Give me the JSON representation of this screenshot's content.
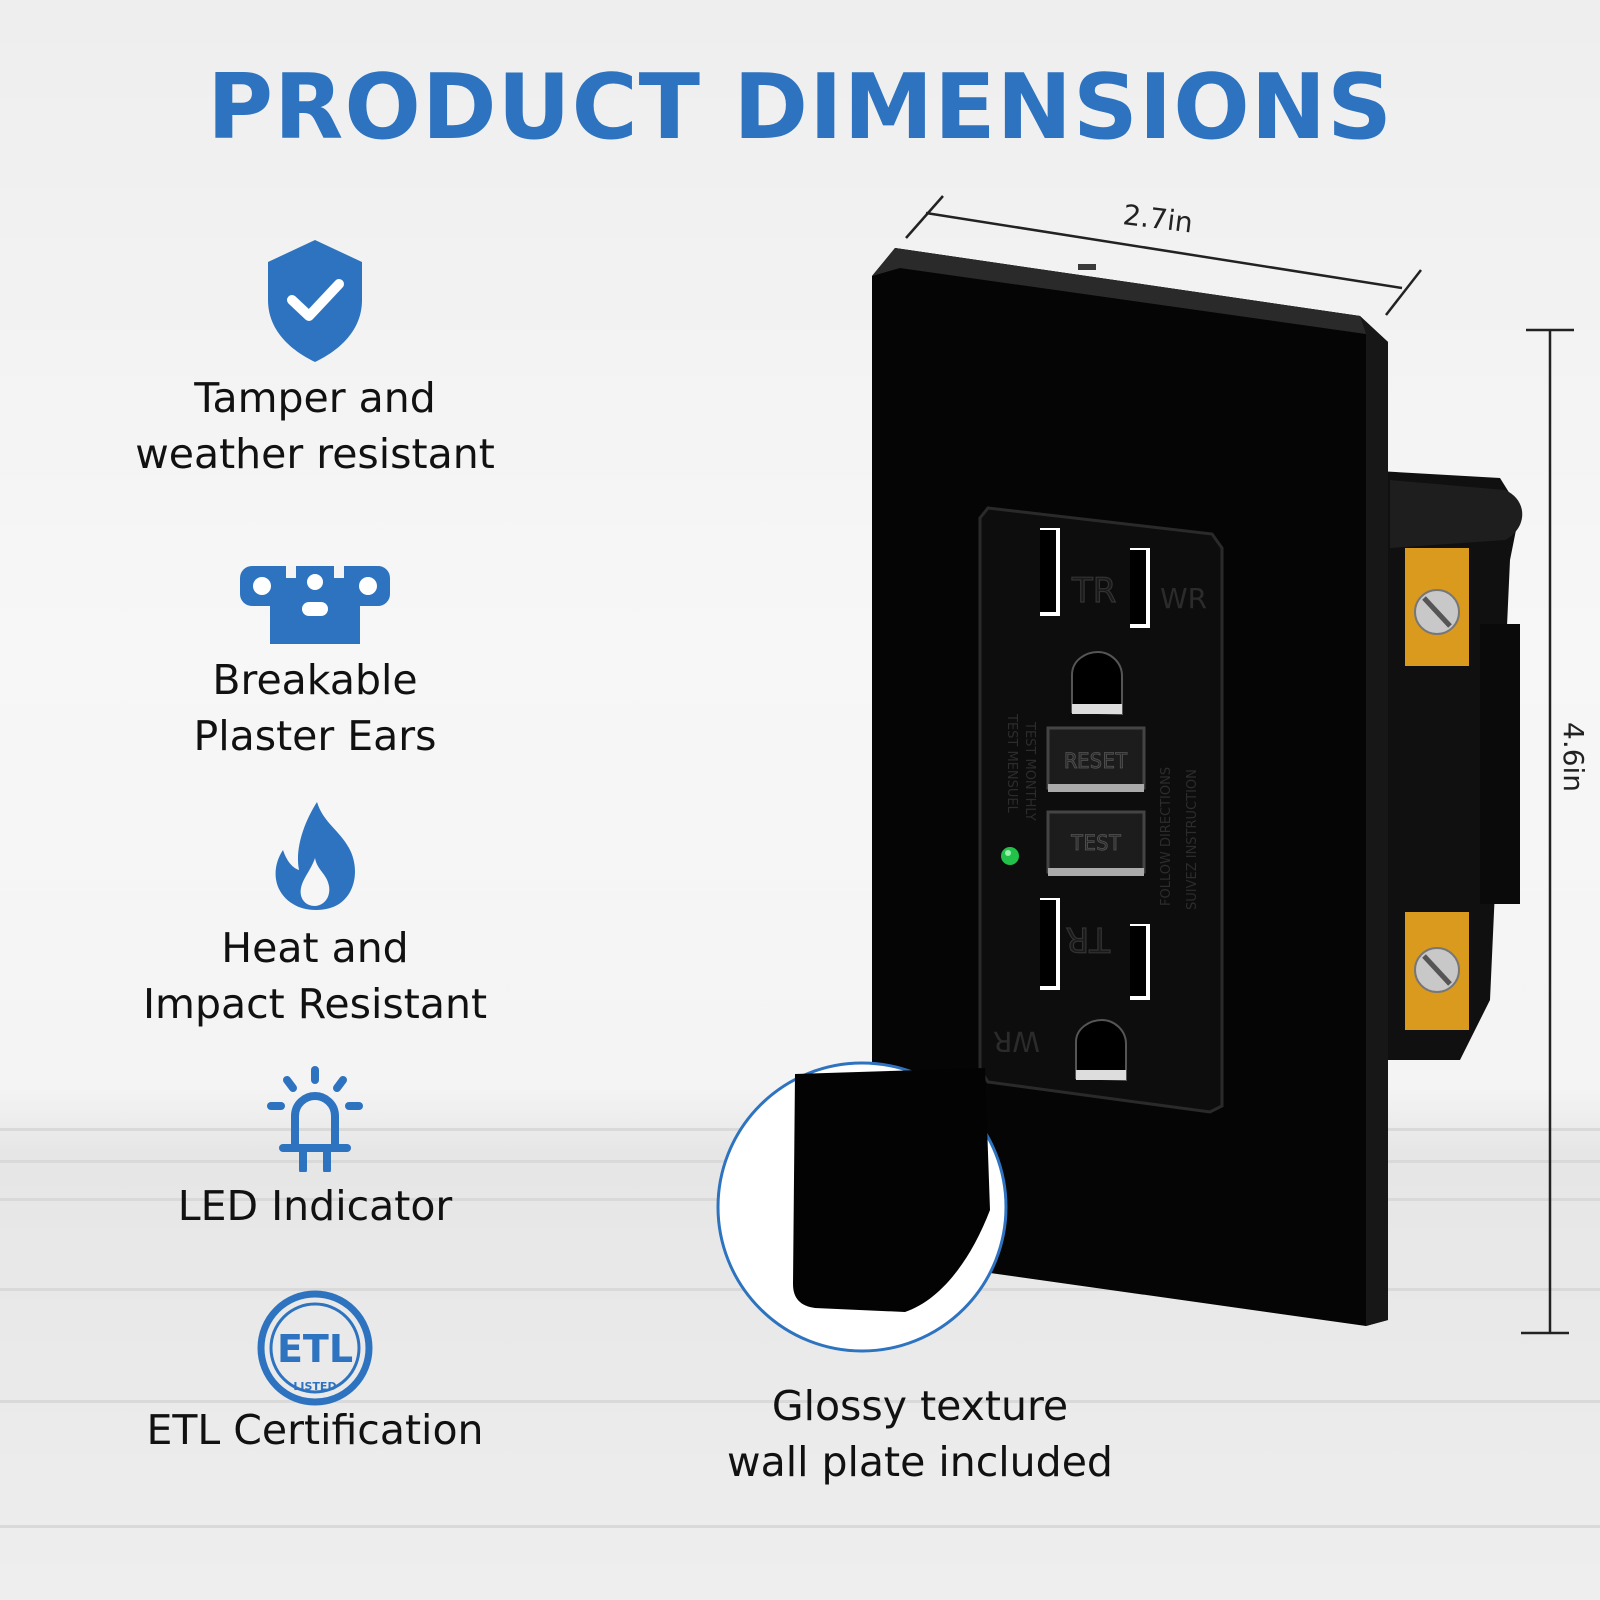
{
  "title": "PRODUCT DIMENSIONS",
  "features": [
    {
      "icon": "shield-check-icon",
      "line1": "Tamper and",
      "line2": "weather resistant"
    },
    {
      "icon": "plaster-ears-icon",
      "line1": "Breakable",
      "line2": "Plaster Ears"
    },
    {
      "icon": "flame-icon",
      "line1": "Heat and",
      "line2": "Impact Resistant"
    },
    {
      "icon": "led-light-icon",
      "line1": "LED Indicator",
      "line2": ""
    },
    {
      "icon": "etl-listed-icon",
      "line1": "ETL Certification",
      "line2": ""
    }
  ],
  "etl_logo_text": {
    "mark": "ETL",
    "listed": "LISTED"
  },
  "dimensions": {
    "width": "2.7in",
    "height": "4.6in"
  },
  "outlet_labels": {
    "tr_top": "TR",
    "wr_top": "WR",
    "reset": "RESET",
    "test": "TEST",
    "tr_bottom": "TR",
    "wr_bottom": "WR",
    "left_side_1": "TEST MONTHLY",
    "left_side_2": "TEST MENSUEL",
    "right_side_1": "FOLLOW DIRECTIONS",
    "right_side_2": "SUIVEZ INSTRUCTION"
  },
  "glossy_caption": {
    "line1": "Glossy texture",
    "line2": "wall plate included"
  },
  "colors": {
    "accent": "#2e73c0",
    "plate": "#0b0b0b",
    "led": "#22c24a",
    "terminal": "#d99a1e"
  }
}
